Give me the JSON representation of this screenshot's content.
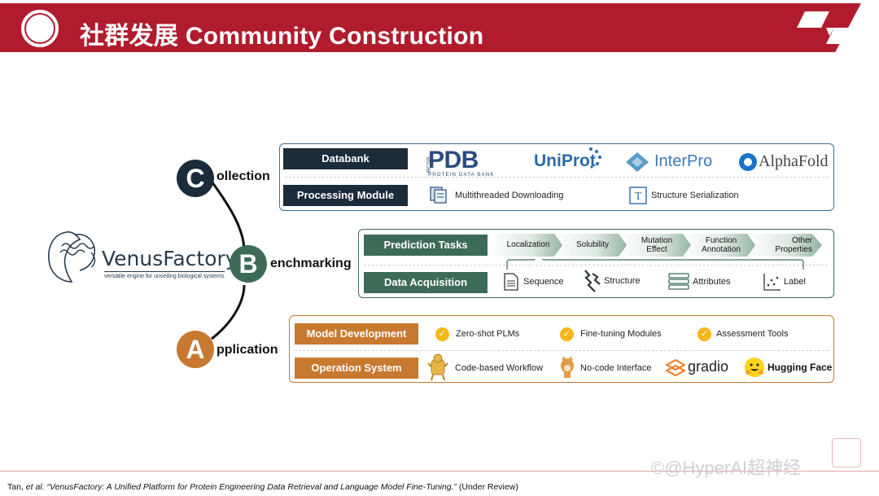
{
  "header": {
    "title": "社群发展 Community Construction"
  },
  "venus": {
    "name": "VenusFactory",
    "tagline": "versatile engine for unveiling biological systems"
  },
  "sections": {
    "collection": {
      "letter": "C",
      "rest": "ollection"
    },
    "benchmarking": {
      "letter": "B",
      "rest": "enchmarking"
    },
    "application": {
      "letter": "A",
      "rest": "pplication"
    }
  },
  "collection_panel": {
    "databank_label": "Databank",
    "processing_label": "Processing Module",
    "logos": {
      "pdb_main": "PDB",
      "pdb_side": "RCSB",
      "pdb_sub": "PROTEIN DATA BANK",
      "uniprot": "UniProt",
      "interpro": "InterPro",
      "alphafold": "AlphaFold"
    },
    "multithreaded": "Multithreaded Downloading",
    "serialization": "Structure Serialization"
  },
  "benchmark_panel": {
    "prediction_label": "Prediction Tasks",
    "acquisition_label": "Data Acquisition",
    "tasks": [
      [
        "Localization"
      ],
      [
        "Solubility"
      ],
      [
        "Mutation",
        "Effect"
      ],
      [
        "Function",
        "Annotation"
      ],
      [
        "Other",
        "Properties"
      ]
    ],
    "acquisition": {
      "sequence": "Sequence",
      "structure": "Structure",
      "attributes": "Attributes",
      "label": "Label"
    }
  },
  "application_panel": {
    "model_label": "Model Development",
    "operation_label": "Operation System",
    "model_items": {
      "zero_shot": "Zero-shot PLMs",
      "fine_tuning": "Fine-tuning Modules",
      "assessment": "Assessment Tools"
    },
    "os_items": {
      "code_based": "Code-based Workflow",
      "no_code": "No-code Interface",
      "gradio": "gradio",
      "hugging_face": "Hugging Face"
    }
  },
  "footer": {
    "author": "Tan,",
    "etal": "et al.",
    "paper": "“VenusFactory: A Unified Platform for Protein Engineering Data Retrieval and Language Model Fine-Tuning.”",
    "status": "(Under Review)"
  },
  "watermark": "©@HyperAI超神经",
  "colors": {
    "header_red": "#b01c2e",
    "collection_navy": "#1c2b3a",
    "benchmark_green": "#3d6b57",
    "application_orange": "#c87930",
    "check_yellow": "#f4b619"
  }
}
